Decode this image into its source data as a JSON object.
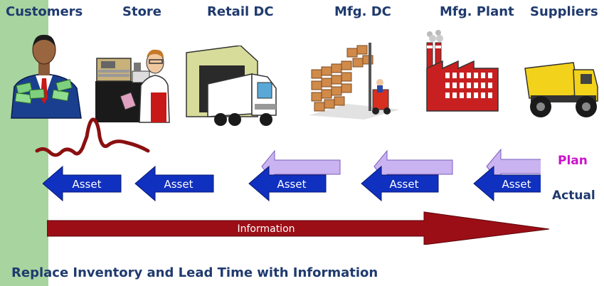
{
  "stages": [
    "Customers",
    "Store",
    "Retail DC",
    "Mfg. DC",
    "Mfg. Plant",
    "Suppliers"
  ],
  "asset_label": "Asset",
  "info_label": "Information",
  "plan_label": "Plan",
  "actual_label": "Actual",
  "caption": "Replace Inventory and Lead Time with Information",
  "colors": {
    "stage_text": "#1f3a6e",
    "plan": "#cc11cc",
    "actual": "#1f3a6e",
    "asset_arrow": "#1030c0",
    "plan_arrow": "#c9b3f0",
    "info_arrow": "#9c0e16",
    "green_bar": "#a8d4a0"
  }
}
